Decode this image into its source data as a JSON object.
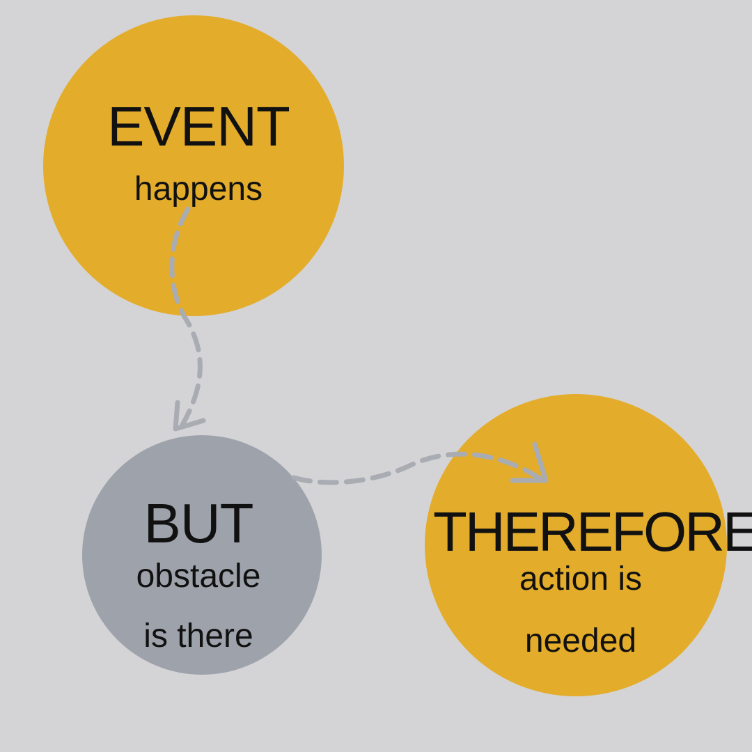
{
  "colors": {
    "background": "#d4d4d6",
    "accent": "#e3ac2a",
    "neutral": "#9ea2ab",
    "arrow": "#a9acb3",
    "text": "#111111"
  },
  "nodes": {
    "event": {
      "title": "EVENT",
      "lines": [
        "happens"
      ]
    },
    "but": {
      "title": "BUT",
      "lines": [
        "obstacle",
        "is there"
      ]
    },
    "therefore": {
      "title": "THEREFORE",
      "lines": [
        "action is",
        "needed"
      ]
    }
  },
  "edges": [
    {
      "from": "event",
      "to": "but",
      "style": "dashed"
    },
    {
      "from": "but",
      "to": "therefore",
      "style": "dashed"
    }
  ]
}
